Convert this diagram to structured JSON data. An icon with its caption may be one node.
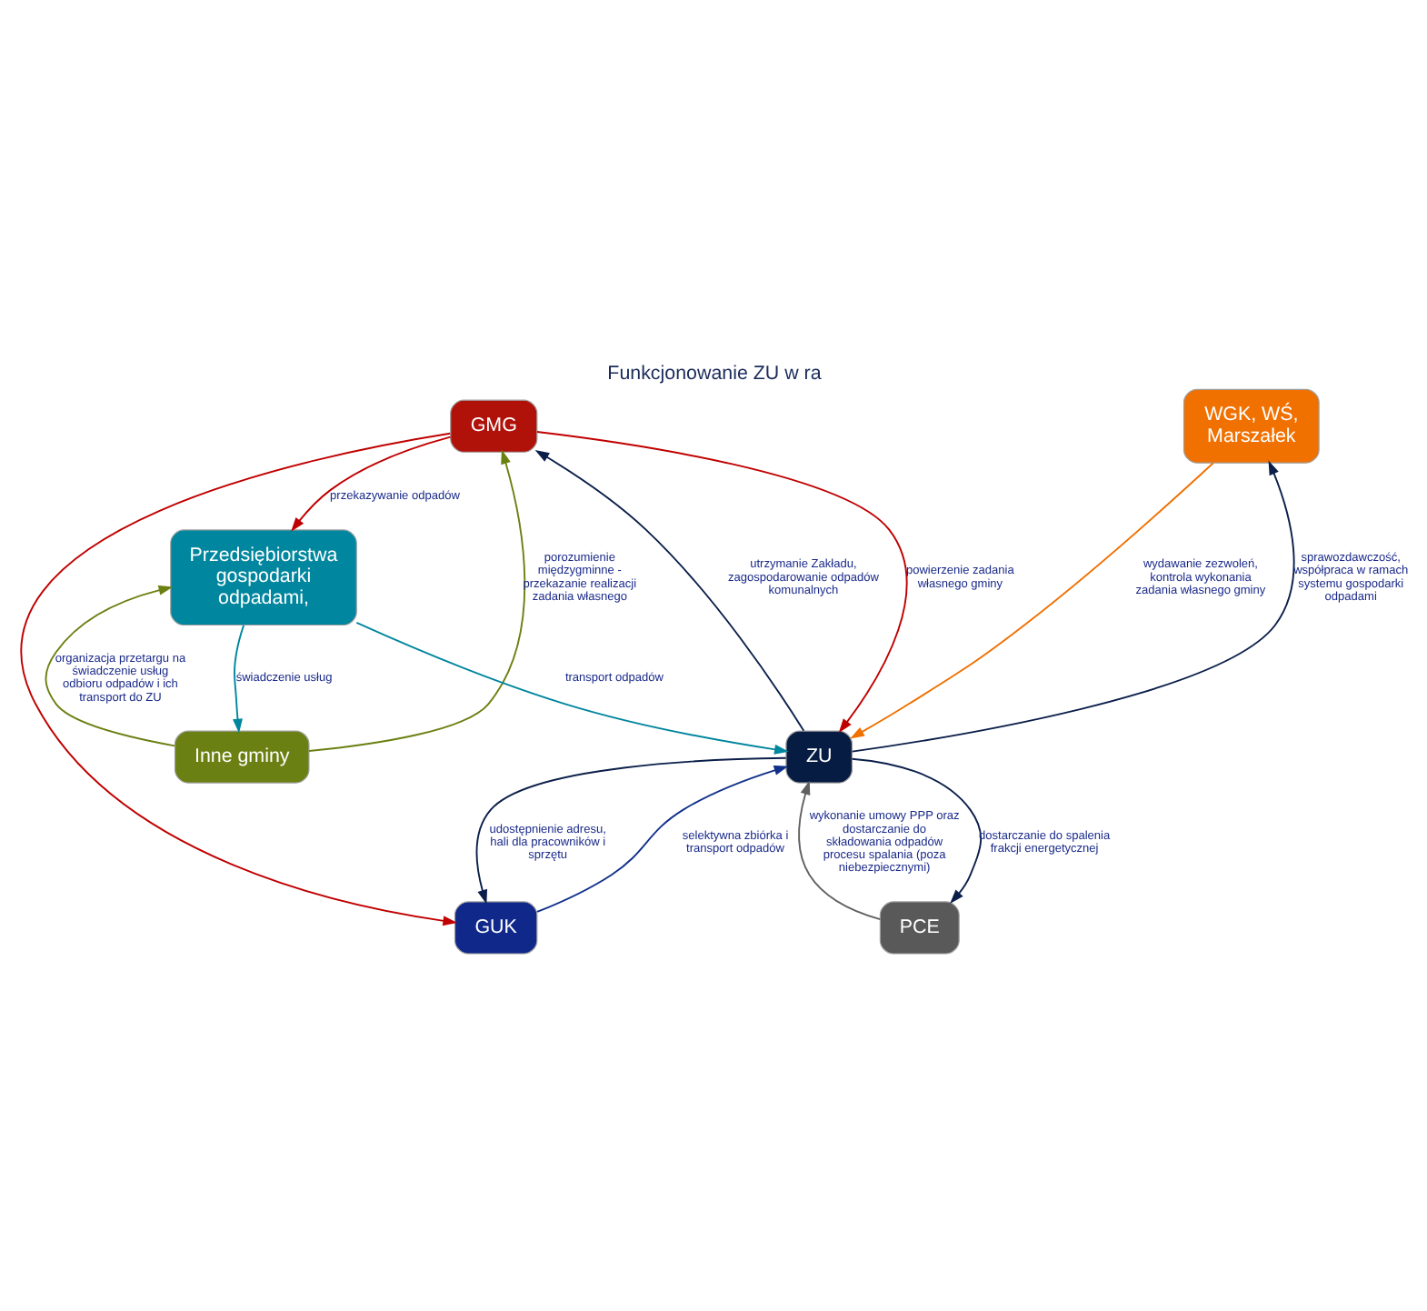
{
  "diagram": {
    "title": "Funkcjonowanie ZU w ra",
    "nodes": [
      {
        "text": [
          "GMG"
        ]
      },
      {
        "text": [
          "WGK, WŚ, Marszałek"
        ]
      },
      {
        "text": [
          "Inne gminy"
        ]
      },
      {
        "text": [
          "ZU"
        ]
      },
      {
        "text": [
          "Przedsiębiorstwa gospodarki odpadami,"
        ]
      },
      {
        "text": [
          "GUK"
        ]
      },
      {
        "text": [
          "PCE"
        ]
      }
    ],
    "edges": [
      {
        "from": 0,
        "to": 4,
        "arrow": "to",
        "color": "#c00000",
        "label": "przekazywanie odpadów"
      },
      {
        "from": 0,
        "to": 5,
        "arrow": "to",
        "color": "#c00000"
      },
      {
        "from": 2,
        "to": 0,
        "arrow": "to",
        "color": "#6b8012",
        "label": "porozumienie międzygminne - przekazanie realizacji zadania własnego"
      },
      {
        "from": 3,
        "to": 0,
        "arrow": "to",
        "label": "utrzymanie Zakładu, zagospodarowanie odpadów komunalnych"
      },
      {
        "from": 0,
        "to": 3,
        "arrow": "to",
        "color": "#c00000",
        "label": "powierzenie zadania własnego gminy"
      },
      {
        "from": 1,
        "to": 3,
        "arrow": "to",
        "color": "#f07000",
        "label": "wydawanie zezwoleń, kontrola wykonania zadania własnego gminy"
      },
      {
        "from": 3,
        "to": 1,
        "arrow": "to",
        "label": "sprawozdawczość, współpraca w ramach systemu gospodarki odpadami"
      },
      {
        "from": 2,
        "to": 4,
        "arrow": "to",
        "color": "#6b8012",
        "label": "organizacja przetargu na świadczenie usług odbioru odpadów i ich transport do ZU"
      },
      {
        "from": 4,
        "to": 2,
        "arrow": "to",
        "color": "#00869e",
        "label": "świadczenie usług"
      },
      {
        "from": 4,
        "to": 3,
        "arrow": "to",
        "color": "#00869e",
        "label": "transport odpadów"
      },
      {
        "from": 3,
        "to": 5,
        "arrow": "to",
        "label": "udostępnienie adresu, hali dla pracowników i sprzętu"
      },
      {
        "from": 5,
        "to": 3,
        "arrow": "to",
        "color": "#10308a",
        "label": "selektywna zbiórka i transport odpadów"
      },
      {
        "from": 3,
        "to": 6,
        "arrow": "to",
        "label": "dostarczanie do spalenia frakcji energetycznej"
      },
      {
        "from": 6,
        "to": 3,
        "arrow": "to",
        "color": "#606060",
        "label": "wykonanie umowy PPP oraz dostarczanie do składowania odpadów procesu spalania (poza niebezpiecznymi)"
      }
    ]
  }
}
